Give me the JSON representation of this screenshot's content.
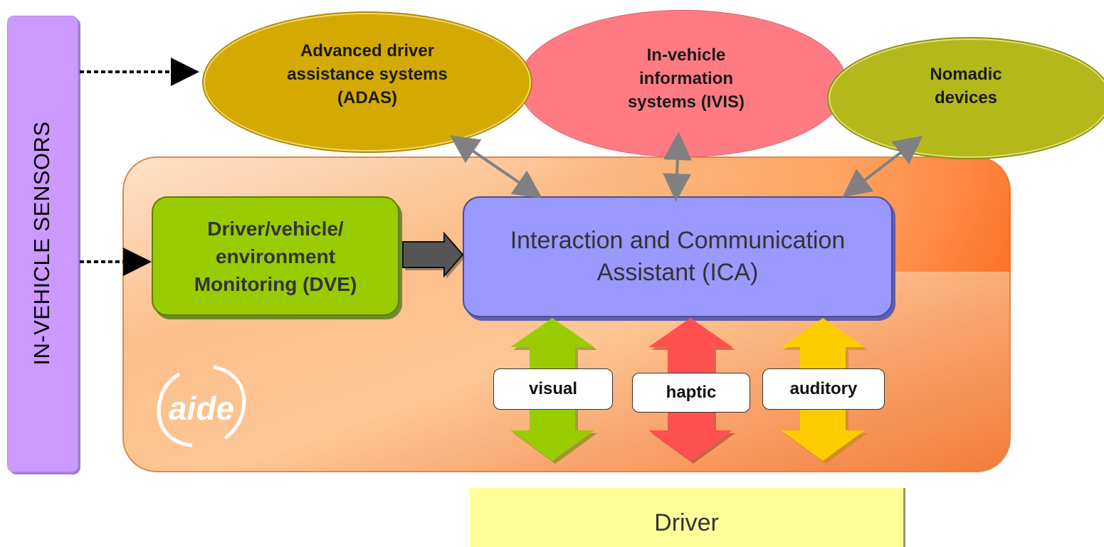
{
  "sensors": {
    "label": "IN-VEHICLE SENSORS"
  },
  "systems": {
    "adas": {
      "line1": "Advanced driver",
      "line2": "assistance systems",
      "line3": "(ADAS)"
    },
    "ivis": {
      "line1": "In-vehicle",
      "line2": "information",
      "line3": "systems (IVIS)"
    },
    "nomadic": {
      "line1": "Nomadic",
      "line2": "devices"
    }
  },
  "dve": {
    "line1": "Driver/vehicle/",
    "line2": "environment",
    "line3": "Monitoring (DVE)"
  },
  "ica": {
    "line1": "Interaction and Communication",
    "line2": "Assistant (ICA)"
  },
  "modalities": [
    {
      "label": "visual",
      "color": "#99cc00"
    },
    {
      "label": "haptic",
      "color": "#ff5050"
    },
    {
      "label": "auditory",
      "color": "#ffcc00"
    }
  ],
  "driver": {
    "label": "Driver"
  },
  "logo": {
    "text": "aide"
  },
  "colors": {
    "sensors": "#cc99ff",
    "platform": "#f8a26a",
    "adas": "#d4aa00",
    "ivis": "#ff7b84",
    "nomadic": "#b5b81a",
    "dve": "#99cc00",
    "ica": "#9999ff",
    "driver": "#ffff99"
  }
}
